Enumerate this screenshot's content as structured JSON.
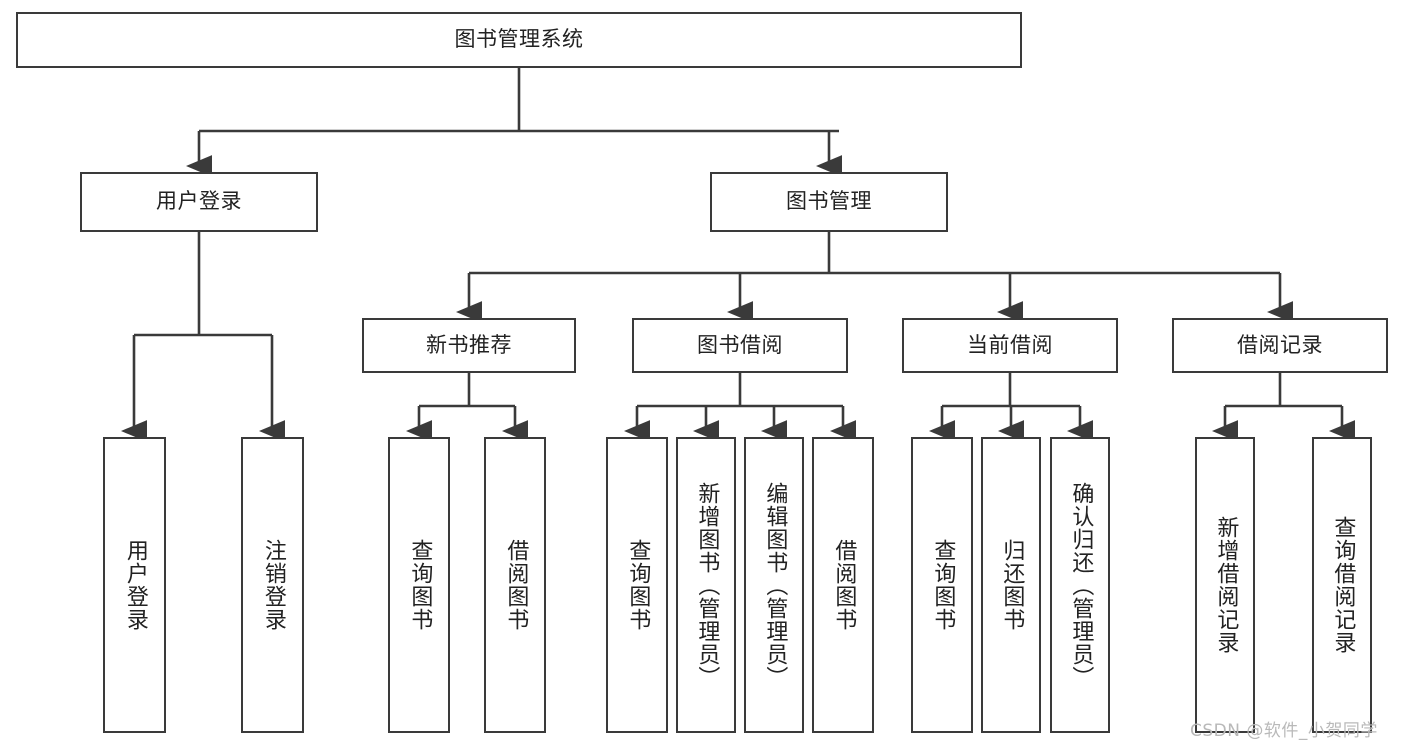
{
  "diagram": {
    "title": "图书管理系统",
    "type": "functional-structure-tree",
    "root": {
      "id": "root",
      "label": "图书管理系统"
    },
    "level2": [
      {
        "id": "user-login",
        "label": "用户登录"
      },
      {
        "id": "book-management",
        "label": "图书管理"
      }
    ],
    "level3": [
      {
        "id": "new-book-recommend",
        "label": "新书推荐",
        "parent": "book-management"
      },
      {
        "id": "book-borrow",
        "label": "图书借阅",
        "parent": "book-management"
      },
      {
        "id": "current-borrow",
        "label": "当前借阅",
        "parent": "book-management"
      },
      {
        "id": "borrow-record",
        "label": "借阅记录",
        "parent": "book-management"
      }
    ],
    "leaves": [
      {
        "id": "leaf-user-login",
        "label": "用户登录",
        "parent": "user-login"
      },
      {
        "id": "leaf-logout-login",
        "label": "注销登录",
        "parent": "user-login"
      },
      {
        "id": "leaf-query-book-1",
        "label": "查询图书",
        "parent": "new-book-recommend"
      },
      {
        "id": "leaf-borrow-book-1",
        "label": "借阅图书",
        "parent": "new-book-recommend"
      },
      {
        "id": "leaf-query-book-2",
        "label": "查询图书",
        "parent": "book-borrow"
      },
      {
        "id": "leaf-add-book",
        "label": "新增图书（管理员）",
        "parent": "book-borrow"
      },
      {
        "id": "leaf-edit-book",
        "label": "编辑图书（管理员）",
        "parent": "book-borrow"
      },
      {
        "id": "leaf-borrow-book-2",
        "label": "借阅图书",
        "parent": "book-borrow"
      },
      {
        "id": "leaf-query-book-3",
        "label": "查询图书",
        "parent": "current-borrow"
      },
      {
        "id": "leaf-return-book",
        "label": "归还图书",
        "parent": "current-borrow"
      },
      {
        "id": "leaf-confirm-return",
        "label": "确认归还（管理员）",
        "parent": "current-borrow"
      },
      {
        "id": "leaf-add-record",
        "label": "新增借阅记录",
        "parent": "borrow-record"
      },
      {
        "id": "leaf-query-record",
        "label": "查询借阅记录",
        "parent": "borrow-record"
      }
    ]
  },
  "watermark": {
    "text": "CSDN @软件_小贺同学"
  },
  "colors": {
    "stroke": "#3a3a3a",
    "box_fill": "#ffffff",
    "text": "#222222",
    "watermark": "#b9b9b9",
    "background": "#ffffff"
  }
}
